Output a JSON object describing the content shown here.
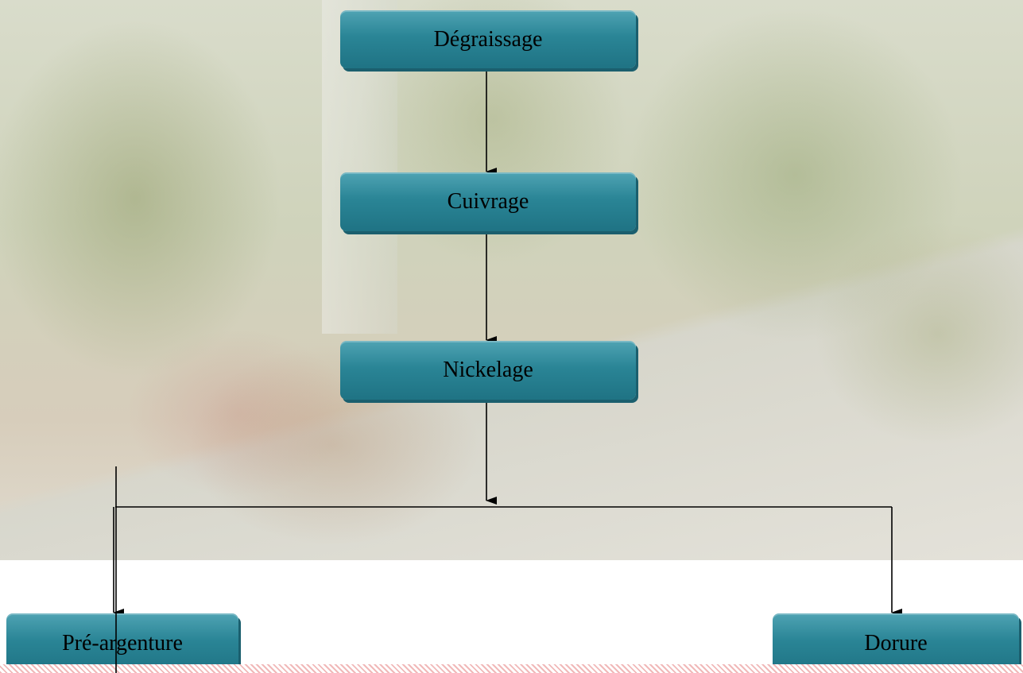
{
  "diagram": {
    "nodes": {
      "degraissage": "Dégraissage",
      "cuivrage": "Cuivrage",
      "nickelage": "Nickelage",
      "pre_argenture": "Pré-argenture",
      "dorure": "Dorure"
    },
    "edges": [
      {
        "from": "degraissage",
        "to": "cuivrage"
      },
      {
        "from": "cuivrage",
        "to": "nickelage"
      },
      {
        "from": "nickelage",
        "to": "pre_argenture"
      },
      {
        "from": "nickelage",
        "to": "dorure"
      }
    ]
  },
  "colors": {
    "node_fill": "#2a8596",
    "node_shadow": "#1b5f6e",
    "connector": "#000000"
  }
}
